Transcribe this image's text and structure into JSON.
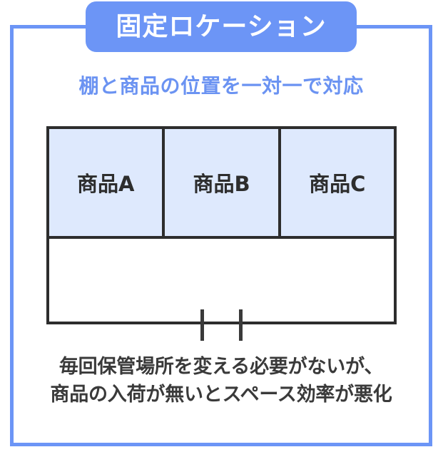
{
  "colors": {
    "accent_blue": "#6c95f6",
    "subtitle_blue": "#6b93f2",
    "cell_fill": "#dee9fd",
    "outline_dark": "#2d2d2d",
    "caption_text": "#3a3a3a",
    "badge_text": "#ffffff",
    "card_background": "#ffffff"
  },
  "badge": {
    "title": "固定ロケーション"
  },
  "subtitle": {
    "text": "棚と商品の位置を一対一で対応"
  },
  "shelf": {
    "top_row_cells": [
      {
        "label": "商品A"
      },
      {
        "label": "商品B"
      },
      {
        "label": "商品C"
      }
    ],
    "bottom_row": {
      "label": ""
    },
    "legs": [
      {
        "name": "left-leg"
      },
      {
        "name": "right-leg"
      }
    ]
  },
  "caption": {
    "line1": "毎回保管場所を変える必要がないが、",
    "line2": "商品の入荷が無いとスペース効率が悪化"
  }
}
